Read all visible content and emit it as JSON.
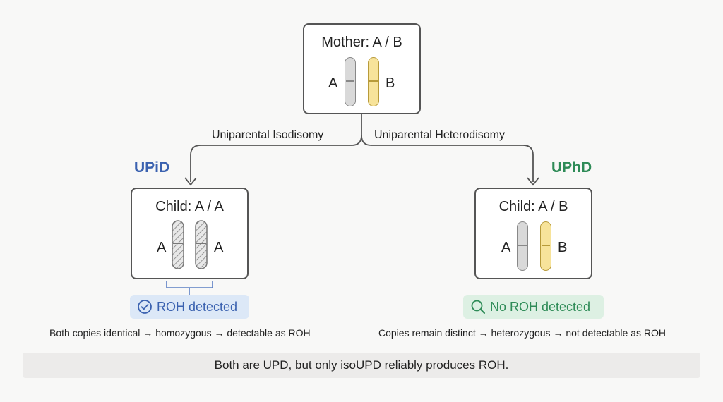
{
  "mother": {
    "title": "Mother: A / B",
    "left_allele": "A",
    "right_allele": "B"
  },
  "edges": {
    "left_label": "Uniparental Isodisomy",
    "right_label": "Uniparental Heterodisomy"
  },
  "upid": {
    "tag": "UPiD",
    "child_title": "Child: A / A",
    "left_allele": "A",
    "right_allele": "A",
    "badge": "ROH detected",
    "badge_icon": "check-circle-icon",
    "caption": "Both copies identical → homozygous → detectable as ROH"
  },
  "uphd": {
    "tag": "UPhD",
    "child_title": "Child: A / B",
    "left_allele": "A",
    "right_allele": "B",
    "badge": "No ROH detected",
    "badge_icon": "magnifier-icon",
    "caption": "Copies remain distinct → heterozygous → not detectable as ROH"
  },
  "footer": "Both are UPD, but only isoUPD reliably produces ROH.",
  "colors": {
    "upid_blue": "#3b62b0",
    "uphd_green": "#2e8b57",
    "allele_a_gray": "#d9d9d9",
    "allele_b_yellow": "#f7e39a",
    "badge_blue_bg": "#dce8f7",
    "badge_green_bg": "#ddf0e3"
  }
}
